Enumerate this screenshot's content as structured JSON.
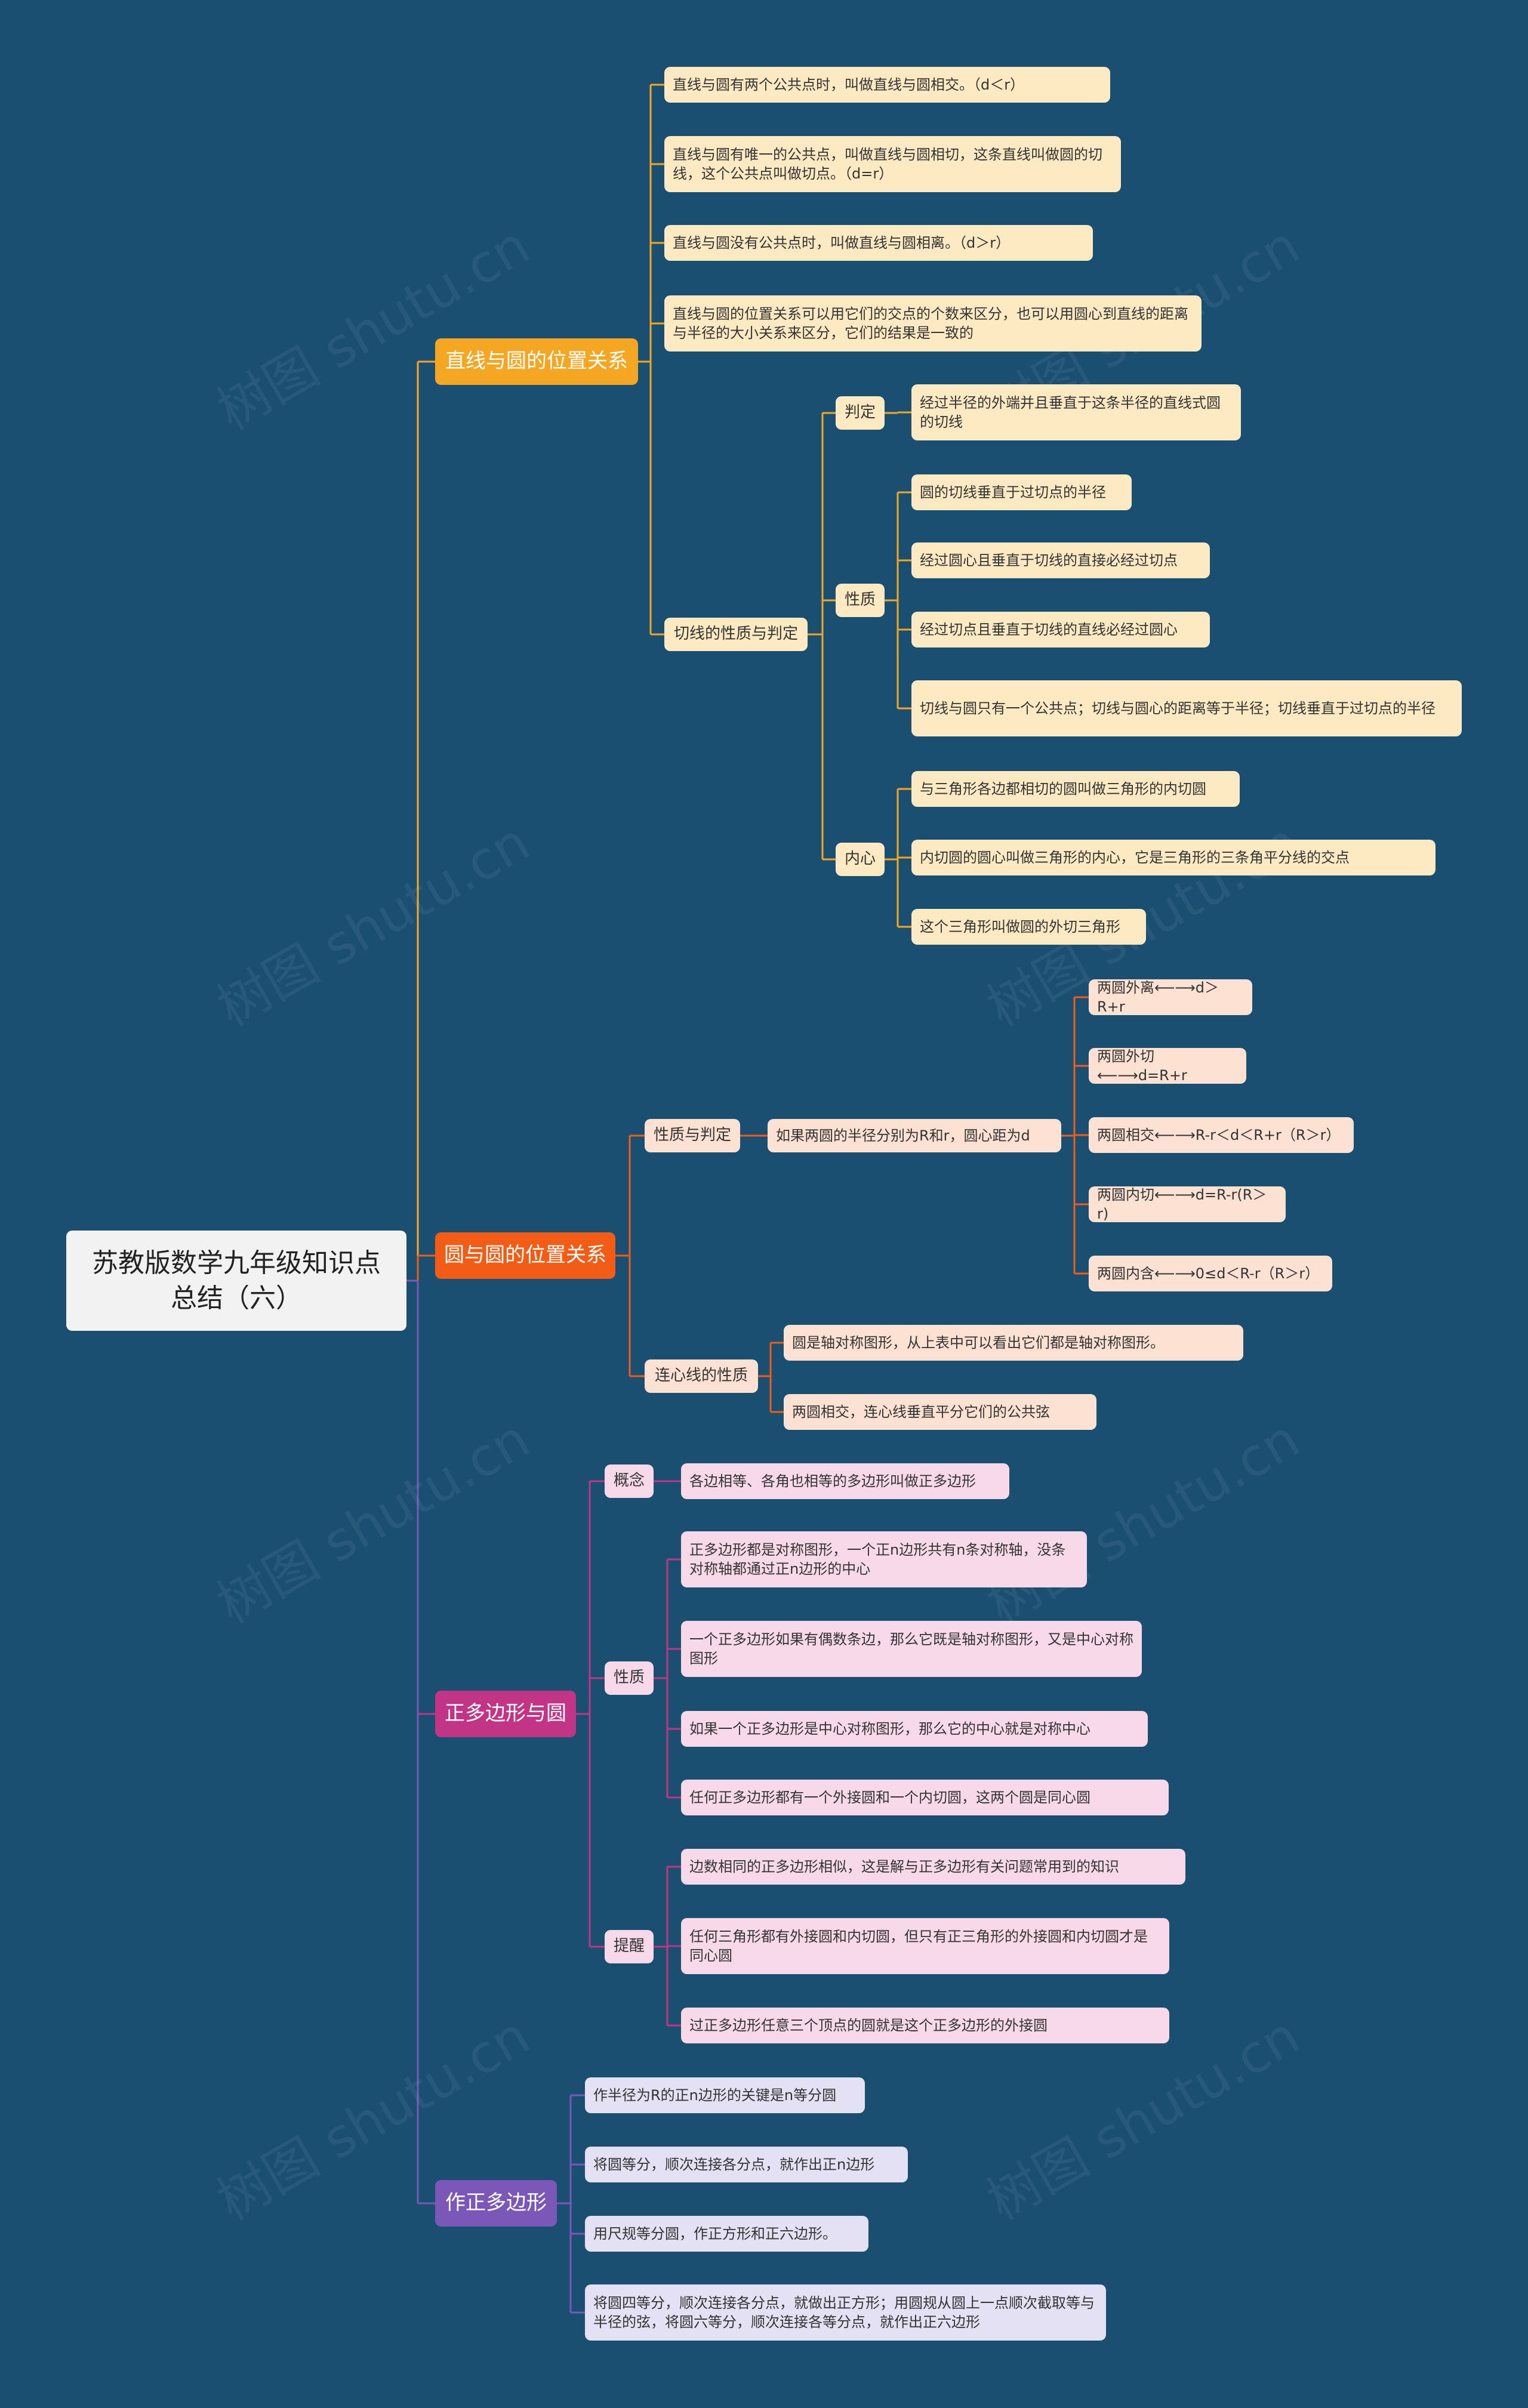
{
  "root": {
    "title": "苏教版数学九年级知识点总结（六）"
  },
  "colors": {
    "background": "#1b4f72",
    "branch1": "#f5a623",
    "branch2": "#f25c16",
    "branch3": "#c23586",
    "branch4": "#7b58b7"
  },
  "watermark": "树图 shutu.cn",
  "b1": {
    "title": "直线与圆的位置关系",
    "leaves": [
      "直线与圆有两个公共点时，叫做直线与圆相交。（d＜r）",
      "直线与圆有唯一的公共点，叫做直线与圆相切，这条直线叫做圆的切线，这个公共点叫做切点。（d=r）",
      "直线与圆没有公共点时，叫做直线与圆相离。（d＞r）",
      "直线与圆的位置关系可以用它们的交点的个数来区分，也可以用圆心到直线的距离与半径的大小关系来区分，它们的结果是一致的"
    ],
    "tangent": {
      "title": "切线的性质与判定",
      "judge": {
        "label": "判定",
        "leaves": [
          "经过半径的外端并且垂直于这条半径的直线式圆的切线"
        ]
      },
      "props": {
        "label": "性质",
        "leaves": [
          "圆的切线垂直于过切点的半径",
          "经过圆心且垂直于切线的直接必经过切点",
          "经过切点且垂直于切线的直线必经过圆心",
          "切线与圆只有一个公共点；切线与圆心的距离等于半径；切线垂直于过切点的半径"
        ]
      },
      "incenter": {
        "label": "内心",
        "leaves": [
          "与三角形各边都相切的圆叫做三角形的内切圆",
          "内切圆的圆心叫做三角形的内心，它是三角形的三条角平分线的交点",
          "这个三角形叫做圆的外切三角形"
        ]
      }
    }
  },
  "b2": {
    "title": "圆与圆的位置关系",
    "props": {
      "title": "性质与判定",
      "mid": "如果两圆的半径分别为R和r，圆心距为d",
      "leaves": [
        "两圆外离⟵⟶d＞R+r",
        "两圆外切⟵⟶d=R+r",
        "两圆相交⟵⟶R-r＜d＜R+r（R＞r）",
        "两圆内切⟵⟶d=R-r(R＞r)",
        "两圆内含⟵⟶0≤d＜R-r（R＞r）"
      ]
    },
    "center_line": {
      "title": "连心线的性质",
      "leaves": [
        "圆是轴对称图形，从上表中可以看出它们都是轴对称图形。",
        "两圆相交，连心线垂直平分它们的公共弦"
      ]
    }
  },
  "b3": {
    "title": "正多边形与圆",
    "concept": {
      "label": "概念",
      "leaves": [
        "各边相等、各角也相等的多边形叫做正多边形"
      ]
    },
    "props": {
      "label": "性质",
      "leaves": [
        "正多边形都是对称图形，一个正n边形共有n条对称轴，没条对称轴都通过正n边形的中心",
        "一个正多边形如果有偶数条边，那么它既是轴对称图形，又是中心对称图形",
        "如果一个正多边形是中心对称图形，那么它的中心就是对称中心",
        "任何正多边形都有一个外接圆和一个内切圆，这两个圆是同心圆"
      ]
    },
    "reminder": {
      "label": "提醒",
      "leaves": [
        "边数相同的正多边形相似，这是解与正多边形有关问题常用到的知识",
        "任何三角形都有外接圆和内切圆，但只有正三角形的外接圆和内切圆才是同心圆",
        "过正多边形任意三个顶点的圆就是这个正多边形的外接圆"
      ]
    }
  },
  "b4": {
    "title": "作正多边形",
    "leaves": [
      "作半径为R的正n边形的关键是n等分圆",
      "将圆等分，顺次连接各分点，就作出正n边形",
      "用尺规等分圆，作正方形和正六边形。",
      "将圆四等分，顺次连接各分点，就做出正方形；用圆规从圆上一点顺次截取等与半径的弦，将圆六等分，顺次连接各等分点，就作出正六边形"
    ]
  }
}
